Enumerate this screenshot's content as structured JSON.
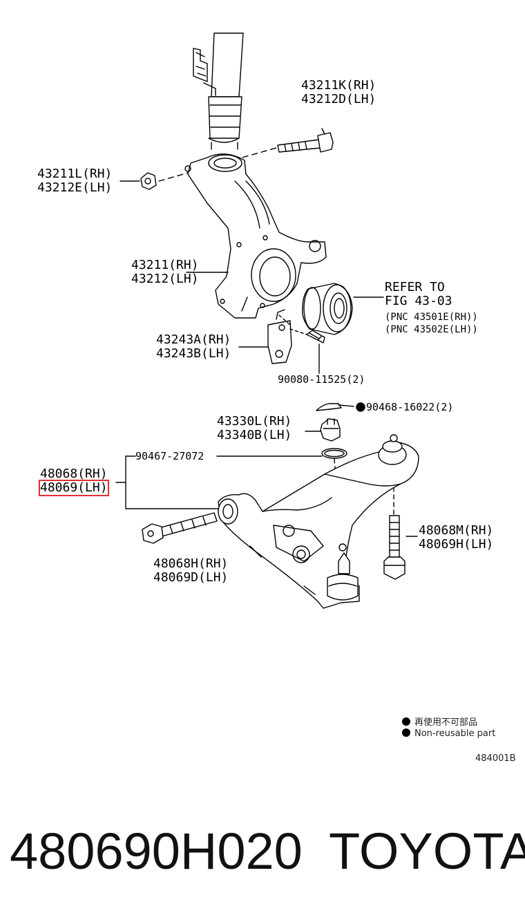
{
  "parts": {
    "bolt_upper_rh": "43211K(RH)",
    "bolt_upper_lh": "43212D(LH)",
    "nut_left_rh": "43211L(RH)",
    "nut_left_lh": "43212E(LH)",
    "knuckle_rh": "43211(RH)",
    "knuckle_lh": "43212(LH)",
    "refer_to": "REFER TO",
    "fig_ref": "FIG 43-03",
    "pnc_rh": "(PNC 43501E(RH))",
    "pnc_lh": "(PNC 43502E(LH))",
    "bracket_rh": "43243A(RH)",
    "bracket_lh": "43243B(LH)",
    "bracket_bolt": "90080-11525(2)",
    "cotter_pin": "90468-16022(2)",
    "nut_ball_rh": "43330L(RH)",
    "nut_ball_lh": "43340B(LH)",
    "ring": "90467-27072",
    "arm_rh": "48068(RH)",
    "arm_lh": "48069(LH)",
    "bolt_arm_front_rh": "48068H(RH)",
    "bolt_arm_front_lh": "48069D(LH)",
    "bolt_arm_rear_rh": "48068M(RH)",
    "bolt_arm_rear_lh": "48069H(LH)"
  },
  "legend": {
    "non_reusable_cn": "再使用不可部品",
    "non_reusable_en": "Non-reusable part"
  },
  "figure_code": "484001B",
  "footer": {
    "part_number": "480690H020",
    "brand": "TOYOTA"
  },
  "colors": {
    "highlight": "#e03030",
    "line": "#000000"
  }
}
